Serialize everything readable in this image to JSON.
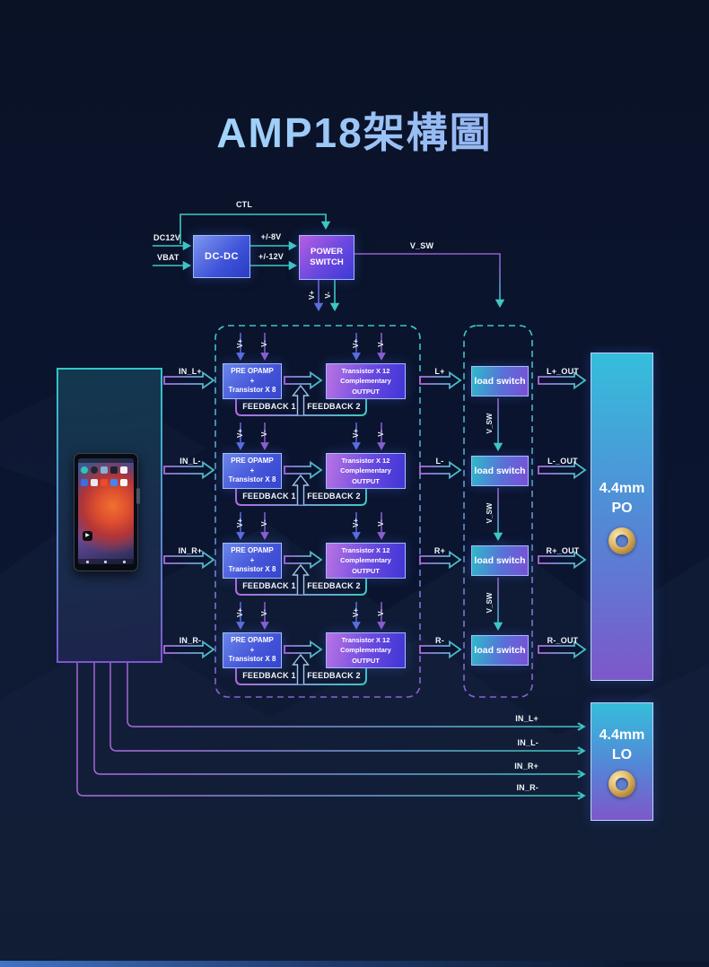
{
  "title": "AMP18架構圖",
  "power": {
    "ctl": "CTL",
    "dc12v": "DC12V",
    "vbat": "VBAT",
    "dcdc": "DC-DC",
    "rail_8v": "+/-8V",
    "rail_12v": "+/-12V",
    "switch_line1": "POWER",
    "switch_line2": "SWITCH",
    "v_sw": "V_SW",
    "v_plus": "V+",
    "v_minus": "V-"
  },
  "amp": {
    "pre_line1": "PRE OPAMP",
    "pre_line2": "+",
    "pre_line3": "Transistor X 8",
    "out_line1": "Transistor X 12",
    "out_line2": "Complementary OUTPUT",
    "feedback1": "FEEDBACK 1",
    "feedback2": "FEEDBACK 2",
    "load_switch": "load switch"
  },
  "channels": [
    {
      "input": "IN_L+",
      "mid": "L+",
      "output": "L+_OUT"
    },
    {
      "input": "IN_L-",
      "mid": "L-",
      "output": "L-_OUT"
    },
    {
      "input": "IN_R+",
      "mid": "R+",
      "output": "R+_OUT"
    },
    {
      "input": "IN_R-",
      "mid": "R-",
      "output": "R-_OUT"
    }
  ],
  "jacks": {
    "po_size": "4.4mm",
    "po_name": "PO",
    "lo_size": "4.4mm",
    "lo_name": "LO"
  },
  "lo_inputs": [
    "IN_L+",
    "IN_L-",
    "IN_R+",
    "IN_R-"
  ],
  "colors": {
    "background": "#0a1228",
    "teal": "#3ec8c4",
    "purple": "#8a5fd0",
    "title_start": "#a7e1fd",
    "title_end": "#8fa9ef"
  }
}
